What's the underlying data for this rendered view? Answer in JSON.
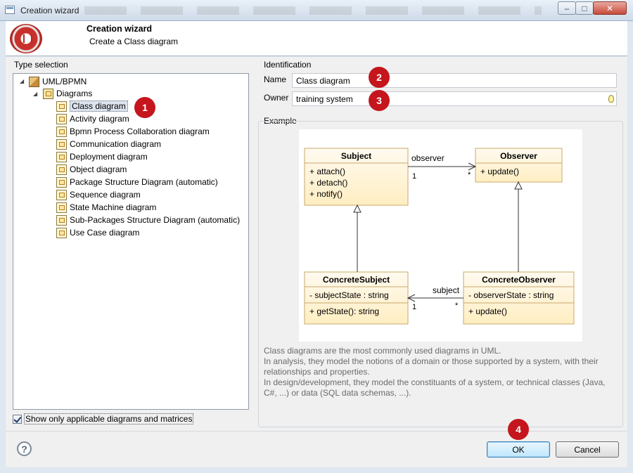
{
  "window": {
    "title": "Creation wizard",
    "minimize": "–",
    "maximize": "□",
    "close": "✕"
  },
  "header": {
    "title": "Creation wizard",
    "subtitle": "Create a Class diagram",
    "logo_icon": "modelio-logo"
  },
  "type_selection": {
    "label": "Type selection",
    "root": {
      "label": "UML/BPMN",
      "icon": "package-icon"
    },
    "group": {
      "label": "Diagrams",
      "icon": "diagrams-folder-icon"
    },
    "items": [
      {
        "label": "Class diagram",
        "selected": true
      },
      {
        "label": "Activity diagram"
      },
      {
        "label": "Bpmn Process Collaboration diagram"
      },
      {
        "label": "Communication diagram"
      },
      {
        "label": "Deployment diagram"
      },
      {
        "label": "Object diagram"
      },
      {
        "label": "Package Structure Diagram (automatic)"
      },
      {
        "label": "Sequence diagram"
      },
      {
        "label": "State Machine diagram"
      },
      {
        "label": "Sub-Packages Structure Diagram (automatic)"
      },
      {
        "label": "Use Case diagram"
      }
    ],
    "checkbox": {
      "label": "Show only applicable diagrams and matrices",
      "checked": true
    }
  },
  "identification": {
    "label": "Identification",
    "name_label": "Name",
    "name_value": "Class diagram",
    "owner_label": "Owner",
    "owner_value": "training system"
  },
  "example": {
    "label": "Example",
    "diagram": {
      "subject": {
        "name": "Subject",
        "ops": [
          "+ attach()",
          "+ detach()",
          "+ notify()"
        ]
      },
      "observer": {
        "name": "Observer",
        "ops": [
          "+ update()"
        ]
      },
      "concrete_subject": {
        "name": "ConcreteSubject",
        "attrs": [
          "- subjectState : string"
        ],
        "ops": [
          "+ getState(): string"
        ]
      },
      "concrete_observer": {
        "name": "ConcreteObserver",
        "attrs": [
          "- observerState : string"
        ],
        "ops": [
          "+ update()"
        ]
      },
      "assoc_top": {
        "label": "observer",
        "mult_src": "1",
        "mult_dst": "*"
      },
      "assoc_bottom": {
        "label": "subject",
        "mult_src": "*",
        "mult_dst": "1"
      }
    },
    "description": [
      "Class diagrams are the most commonly used diagrams in UML.",
      "In analysis, they model the notions of a domain or those supported by a system, with their relationships and properties.",
      "In design/development, they model the constituants of a system, or technical classes (Java, C#, ...) or data (SQL data schemas, ...)."
    ]
  },
  "footer": {
    "help": "?",
    "ok": "OK",
    "cancel": "Cancel"
  },
  "badges": [
    "1",
    "2",
    "3",
    "4"
  ],
  "colors": {
    "badge": "#c4161c",
    "class_fill": "#fff4cc",
    "class_border": "#c9a96a"
  }
}
